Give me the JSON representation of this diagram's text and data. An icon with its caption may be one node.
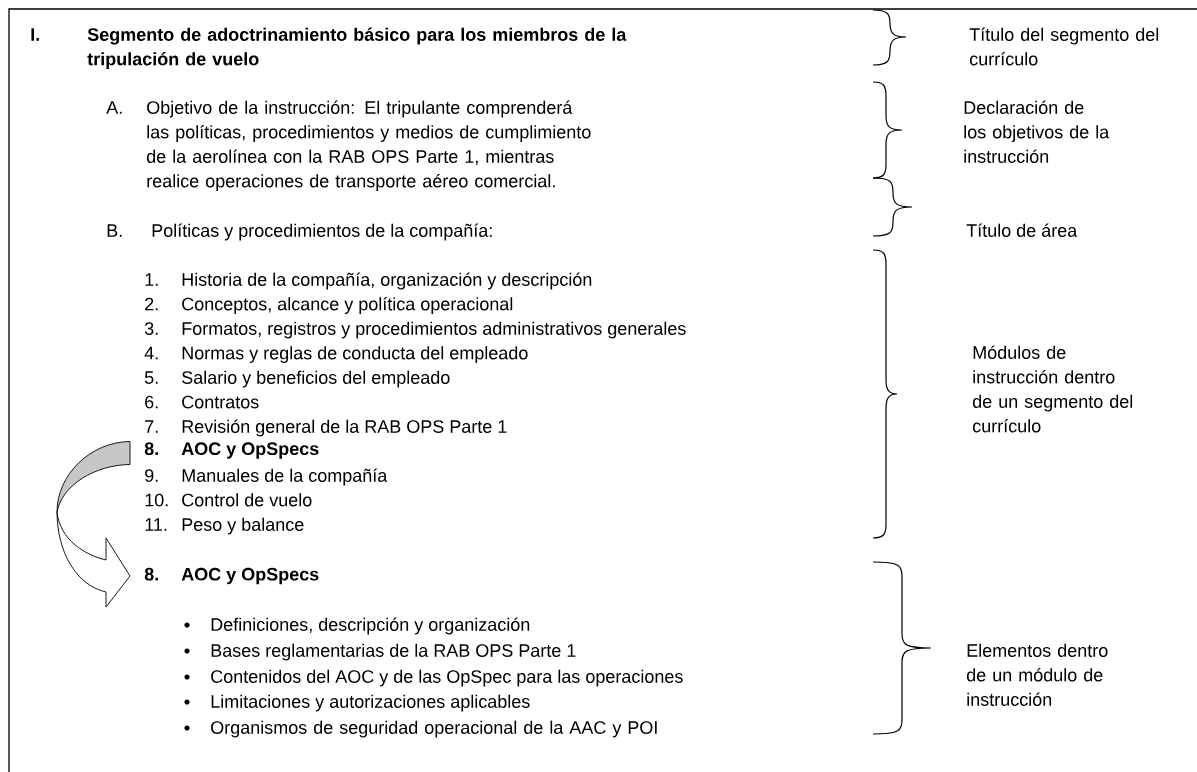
{
  "diagram": {
    "nodes": [
      {
        "text": [
          "8.",
          "AOC y OpSpecs"
        ]
      },
      {
        "text": [
          "8.",
          "AOC y OpSpecs"
        ]
      }
    ],
    "edges": [
      {
        "from": 0,
        "to": 1,
        "arrow": "to"
      }
    ],
    "labels": [
      "I.",
      "Segmento de adoctrinamiento básico para los miembros de la tripulación de vuelo",
      "Título del segmento del currículo",
      "A.",
      "Objetivo de la instrucción: El tripulante comprenderá las políticas, procedimientos y medios de cumplimiento de la aerolínea con la RAB OPS Parte 1, mientras realice operaciones de transporte aéreo comercial.",
      "Declaración de los objetivos de la instrucción",
      "B.",
      "Políticas y procedimientos de la compañía:",
      "Título de área",
      "1.",
      "Historia de la compañía, organización y descripción",
      "2.",
      "Conceptos, alcance y política operacional",
      "3.",
      "Formatos, registros y procedimientos administrativos generales",
      "4.",
      "Normas y reglas de conducta del empleado",
      "Módulos de instrucción dentro de un segmento del currículo",
      "5.",
      "Salario y beneficios del empleado",
      "6.",
      "Contratos",
      "7.",
      "Revisión general de la RAB OPS Parte 1",
      "9.",
      "Manuales de la compañía",
      "10.",
      "Control de vuelo",
      "11.",
      "Peso y balance",
      "Definiciones, descripción y organización",
      "Bases reglamentarias de la RAB OPS Parte 1",
      "Elementos dentro de un módulo de instrucción",
      "Contenidos del AOC y de las OpSpec para las operaciones",
      "Limitaciones y autorizaciones aplicables",
      "Organismos de seguridad operacional de la AAC y POI"
    ]
  }
}
